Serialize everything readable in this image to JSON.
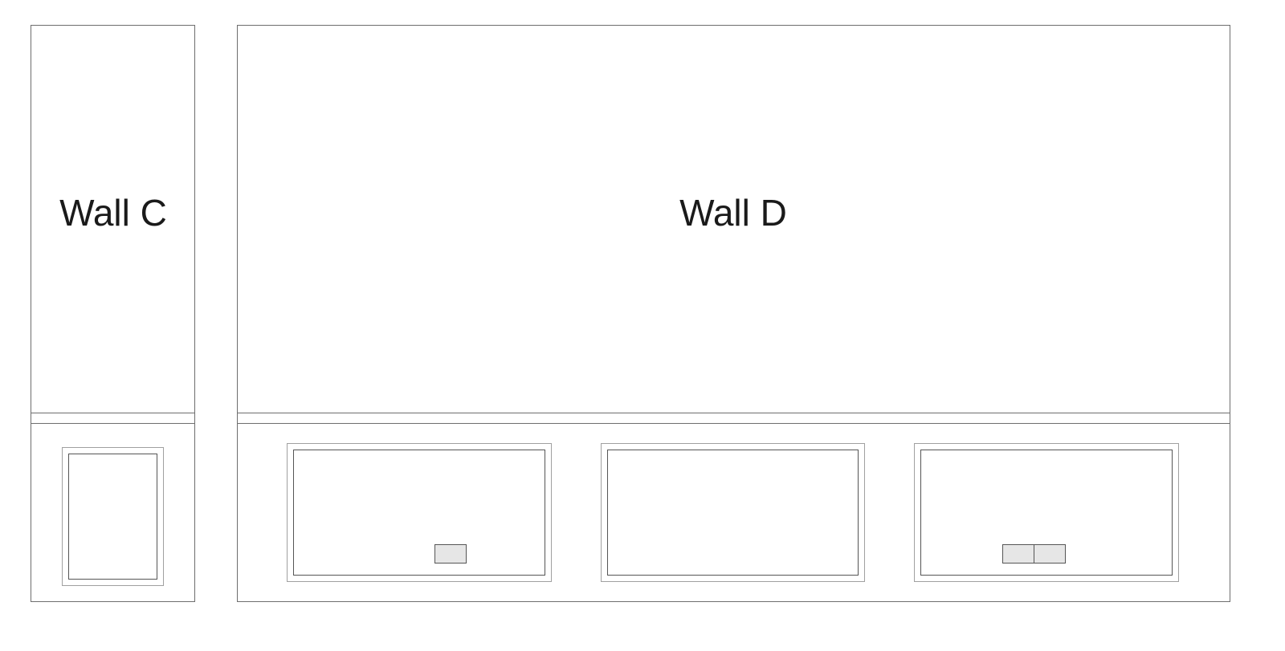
{
  "diagram": {
    "type": "wall-elevations",
    "line_color": "#6e6e6e",
    "outlet_fill": "#e6e6e6",
    "walls": [
      {
        "id": "C",
        "label": "Wall C",
        "panels": [
          {
            "id": "C1",
            "outlets": 0
          }
        ]
      },
      {
        "id": "D",
        "label": "Wall D",
        "panels": [
          {
            "id": "D1",
            "outlets": 1,
            "outlet_type": "single"
          },
          {
            "id": "D2",
            "outlets": 0
          },
          {
            "id": "D3",
            "outlets": 2,
            "outlet_type": "double"
          }
        ]
      }
    ]
  }
}
